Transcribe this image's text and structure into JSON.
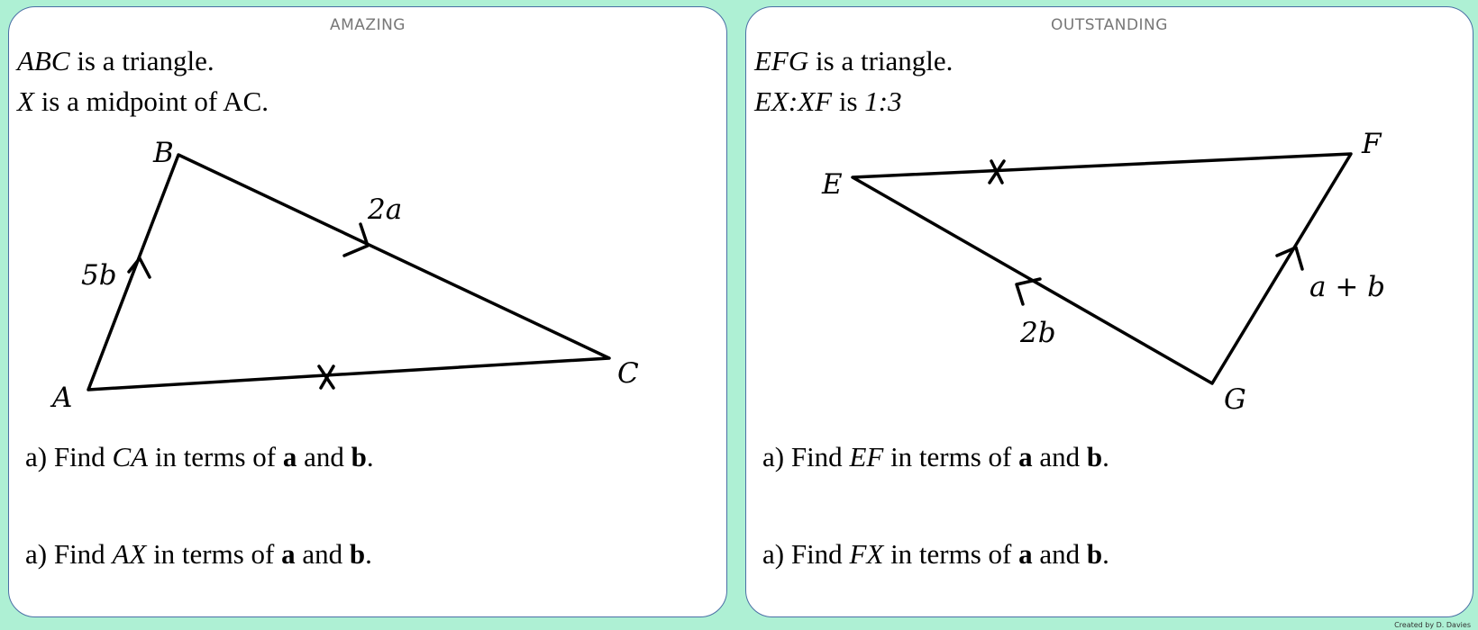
{
  "left": {
    "title": "AMAZING",
    "line1": {
      "italic": "ABC",
      "rest": " is a triangle."
    },
    "line2": {
      "italic": "X",
      "rest": " is a midpoint of AC."
    },
    "labels": {
      "A": "A",
      "B": "B",
      "C": "C",
      "ab": "5b",
      "bc": "2a"
    },
    "q1": {
      "pre": "a) Find ",
      "var": "CA",
      "mid": " in terms of ",
      "a": "a",
      "and": " and ",
      "b": "b",
      "end": "."
    },
    "q2": {
      "pre": "a) Find ",
      "var": "AX",
      "mid": " in terms of ",
      "a": "a",
      "and": " and ",
      "b": "b",
      "end": "."
    }
  },
  "right": {
    "title": "OUTSTANDING",
    "line1": {
      "italic": "EFG",
      "rest": " is a triangle."
    },
    "line2": {
      "italic": "EX:XF",
      "mid": " is ",
      "italic2": "1:3"
    },
    "labels": {
      "E": "E",
      "F": "F",
      "G": "G",
      "ge": "2b",
      "gf": "a + b"
    },
    "q1": {
      "pre": "a) Find ",
      "var": "EF",
      "mid": " in terms of ",
      "a": "a",
      "and": " and ",
      "b": "b",
      "end": "."
    },
    "q2": {
      "pre": "a) Find ",
      "var": "FX",
      "mid": " in terms of ",
      "a": "a",
      "and": " and ",
      "b": "b",
      "end": "."
    }
  },
  "credit": "Created by D. Davies",
  "colors": {
    "background": "#aef0d4",
    "border": "#4a6fa5"
  }
}
